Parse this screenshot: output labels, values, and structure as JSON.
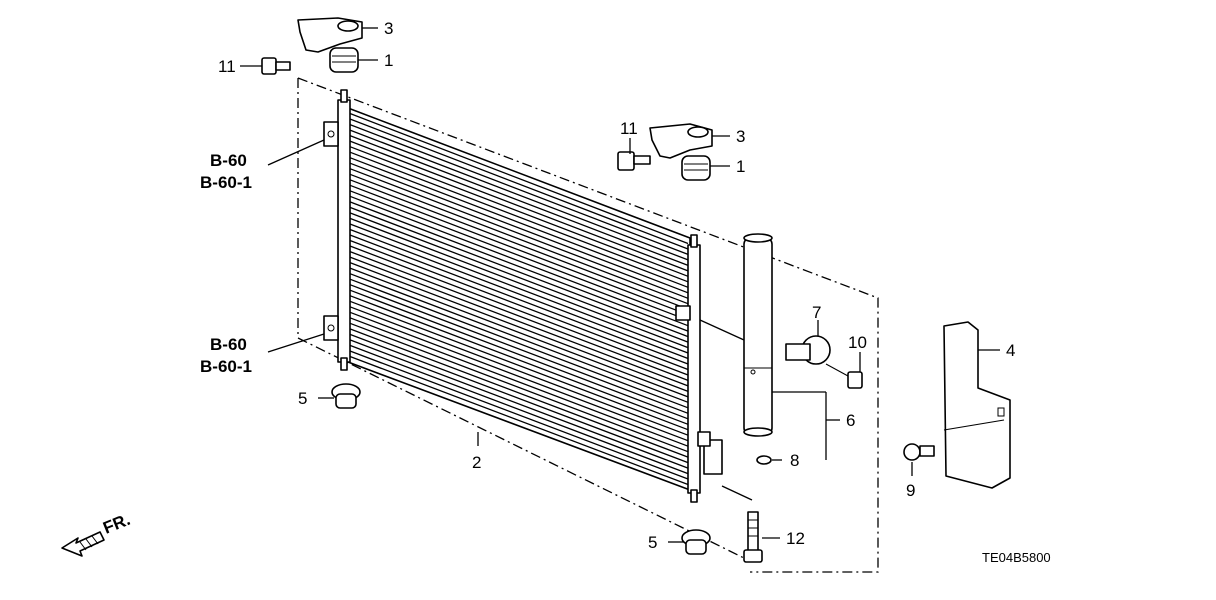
{
  "diagram": {
    "callouts": {
      "c1_top": "1",
      "c1_mid": "1",
      "c2": "2",
      "c3_top": "3",
      "c3_mid": "3",
      "c4": "4",
      "c5_left": "5",
      "c5_bottom": "5",
      "c6": "6",
      "c7": "7",
      "c8": "8",
      "c9": "9",
      "c10": "10",
      "c11_top": "11",
      "c11_mid": "11",
      "c12": "12"
    },
    "references": {
      "upper_a": "B-60",
      "upper_b": "B-60-1",
      "lower_a": "B-60",
      "lower_b": "B-60-1"
    },
    "front_indicator": "FR.",
    "diagram_code": "TE04B5800"
  }
}
